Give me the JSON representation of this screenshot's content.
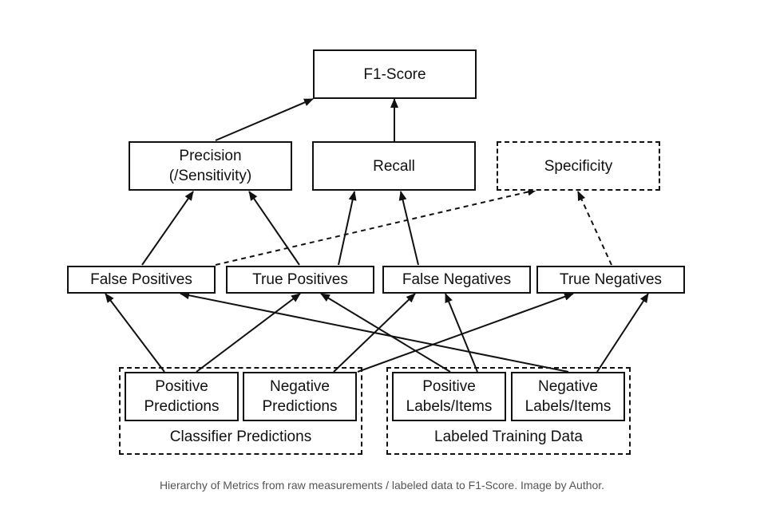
{
  "diagram": {
    "top": {
      "f1": "F1-Score"
    },
    "metrics": {
      "precision_line1": "Precision",
      "precision_line2": "(/Sensitivity)",
      "recall": "Recall",
      "specificity": "Specificity"
    },
    "counts": {
      "false_positives": "False Positives",
      "true_positives": "True Positives",
      "false_negatives": "False Negatives",
      "true_negatives": "True Negatives"
    },
    "inputs": {
      "positive_predictions_line1": "Positive",
      "positive_predictions_line2": "Predictions",
      "negative_predictions_line1": "Negative",
      "negative_predictions_line2": "Predictions",
      "positive_labels_line1": "Positive",
      "positive_labels_line2": "Labels/Items",
      "negative_labels_line1": "Negative",
      "negative_labels_line2": "Labels/Items"
    },
    "groups": {
      "classifier_predictions": "Classifier Predictions",
      "labeled_training_data": "Labeled Training Data"
    }
  },
  "caption": "Hierarchy of Metrics from raw measurements / labeled data to F1-Score. Image by Author."
}
